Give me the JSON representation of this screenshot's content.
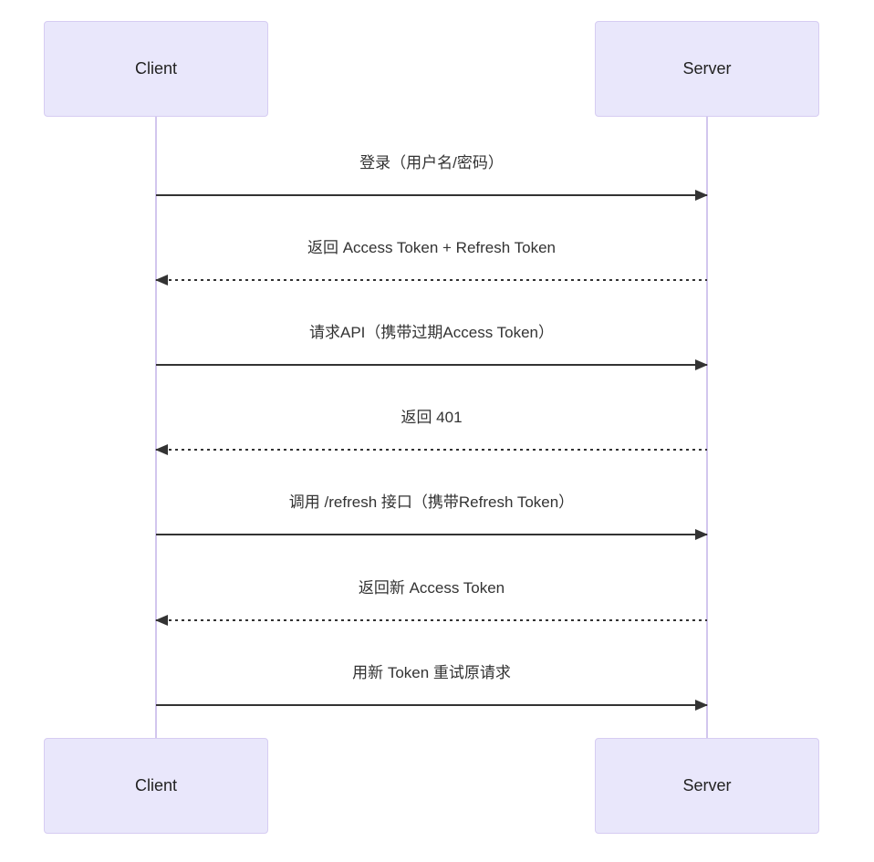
{
  "diagram": {
    "type": "sequence",
    "actors": [
      {
        "id": "client",
        "name": "Client"
      },
      {
        "id": "server",
        "name": "Server"
      }
    ],
    "messages": [
      {
        "text": "登录（用户名/密码）",
        "from": "Client",
        "to": "Server",
        "line": "solid",
        "direction": "right"
      },
      {
        "text": "返回 Access Token + Refresh Token",
        "from": "Server",
        "to": "Client",
        "line": "dashed",
        "direction": "left"
      },
      {
        "text": "请求API（携带过期Access Token）",
        "from": "Client",
        "to": "Server",
        "line": "solid",
        "direction": "right"
      },
      {
        "text": "返回 401",
        "from": "Server",
        "to": "Client",
        "line": "dashed",
        "direction": "left"
      },
      {
        "text": "调用 /refresh 接口（携带Refresh Token）",
        "from": "Client",
        "to": "Server",
        "line": "solid",
        "direction": "right"
      },
      {
        "text": "返回新 Access Token",
        "from": "Server",
        "to": "Client",
        "line": "dashed",
        "direction": "left"
      },
      {
        "text": "用新 Token 重试原请求",
        "from": "Client",
        "to": "Server",
        "line": "solid",
        "direction": "right"
      }
    ],
    "colors": {
      "actor_fill": "#E9E7FB",
      "actor_border": "#D6CCF2",
      "lifeline": "#D2C6EE",
      "arrow": "#333333",
      "text": "#333333"
    }
  }
}
